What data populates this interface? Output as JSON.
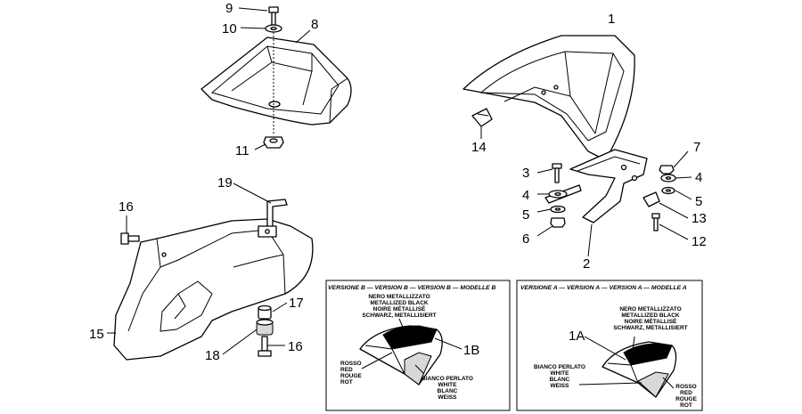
{
  "callouts": {
    "c1": "1",
    "c2": "2",
    "c3": "3",
    "c4a": "4",
    "c4b": "4",
    "c5a": "5",
    "c5b": "5",
    "c6": "6",
    "c7": "7",
    "c8": "8",
    "c9": "9",
    "c10": "10",
    "c11": "11",
    "c12": "12",
    "c13": "13",
    "c14": "14",
    "c15": "15",
    "c16a": "16",
    "c16b": "16",
    "c17": "17",
    "c18": "18",
    "c19": "19",
    "c1a": "1A",
    "c1b": "1B"
  },
  "version_b": {
    "header": "VERSIONE B — VERSION B — VERSION B — MODELLE B",
    "black_lines": [
      "NERO METALLIZZATO",
      "METALLIZED BLACK",
      "NOIRE MÉTALLISÉ",
      "SCHWARZ, METALLISIERT"
    ],
    "red_lines": [
      "ROSSO",
      "RED",
      "ROUGE",
      "ROT"
    ],
    "white_lines": [
      "BIANCO PERLATO",
      "WHITE",
      "BLANC",
      "WEISS"
    ]
  },
  "version_a": {
    "header": "VERSIONE A — VERSION A — VERSION A — MODELLE A",
    "black_lines": [
      "NERO METALLIZZATO",
      "METALLIZED BLACK",
      "NOIRE MÉTALLISÉ",
      "SCHWARZ, METALLISIERT"
    ],
    "white_lines": [
      "BIANCO PERLATO",
      "WHITE",
      "BLANC",
      "WEISS"
    ],
    "red_lines": [
      "ROSSO",
      "RED",
      "ROUGE",
      "ROT"
    ]
  }
}
